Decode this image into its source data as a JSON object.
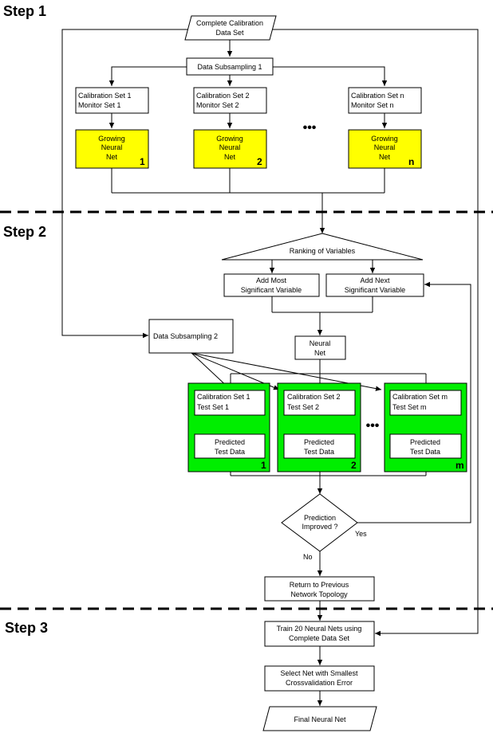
{
  "steps": [
    "Step 1",
    "Step 2",
    "Step 3"
  ],
  "colors": {
    "yellow": "#ffff00",
    "green": "#00ee00"
  },
  "nodes": {
    "complete_data": [
      "Complete Calibration",
      "Data Set"
    ],
    "subsampling1": "Data Subsampling 1",
    "cal_sets_top": [
      [
        "Calibration Set 1",
        "Monitor Set 1"
      ],
      [
        "Calibration Set 2",
        "Monitor Set 2"
      ],
      [
        "Calibration Set n",
        "Monitor Set n"
      ]
    ],
    "growing_nets": [
      {
        "lines": [
          "Growing",
          "Neural",
          "Net"
        ],
        "index": "1"
      },
      {
        "lines": [
          "Growing",
          "Neural",
          "Net"
        ],
        "index": "2"
      },
      {
        "lines": [
          "Growing",
          "Neural",
          "Net"
        ],
        "index": "n"
      }
    ],
    "ellipsis": "•••",
    "ranking": "Ranking of Variables",
    "add_most": [
      "Add Most",
      "Significant Variable"
    ],
    "add_next": [
      "Add Next",
      "Significant Variable"
    ],
    "subsampling2": "Data Subsampling 2",
    "neural_net": [
      "Neural",
      "Net"
    ],
    "green_groups": [
      {
        "cal": [
          "Calibration Set 1",
          "Test Set 1"
        ],
        "pred": [
          "Predicted",
          "Test Data"
        ],
        "index": "1"
      },
      {
        "cal": [
          "Calibration Set 2",
          "Test Set 2"
        ],
        "pred": [
          "Predicted",
          "Test Data"
        ],
        "index": "2"
      },
      {
        "cal": [
          "Calibration Set m",
          "Test Set m"
        ],
        "pred": [
          "Predicted",
          "Test Data"
        ],
        "index": "m"
      }
    ],
    "prediction": [
      "Prediction",
      "Improved ?"
    ],
    "yes": "Yes",
    "no": "No",
    "return_prev": [
      "Return to Previous",
      "Network Topology"
    ],
    "train20": [
      "Train 20 Neural Nets using",
      "Complete Data Set"
    ],
    "select_net": [
      "Select Net with Smallest",
      "Crossvalidation Error"
    ],
    "final_net": "Final Neural Net"
  }
}
